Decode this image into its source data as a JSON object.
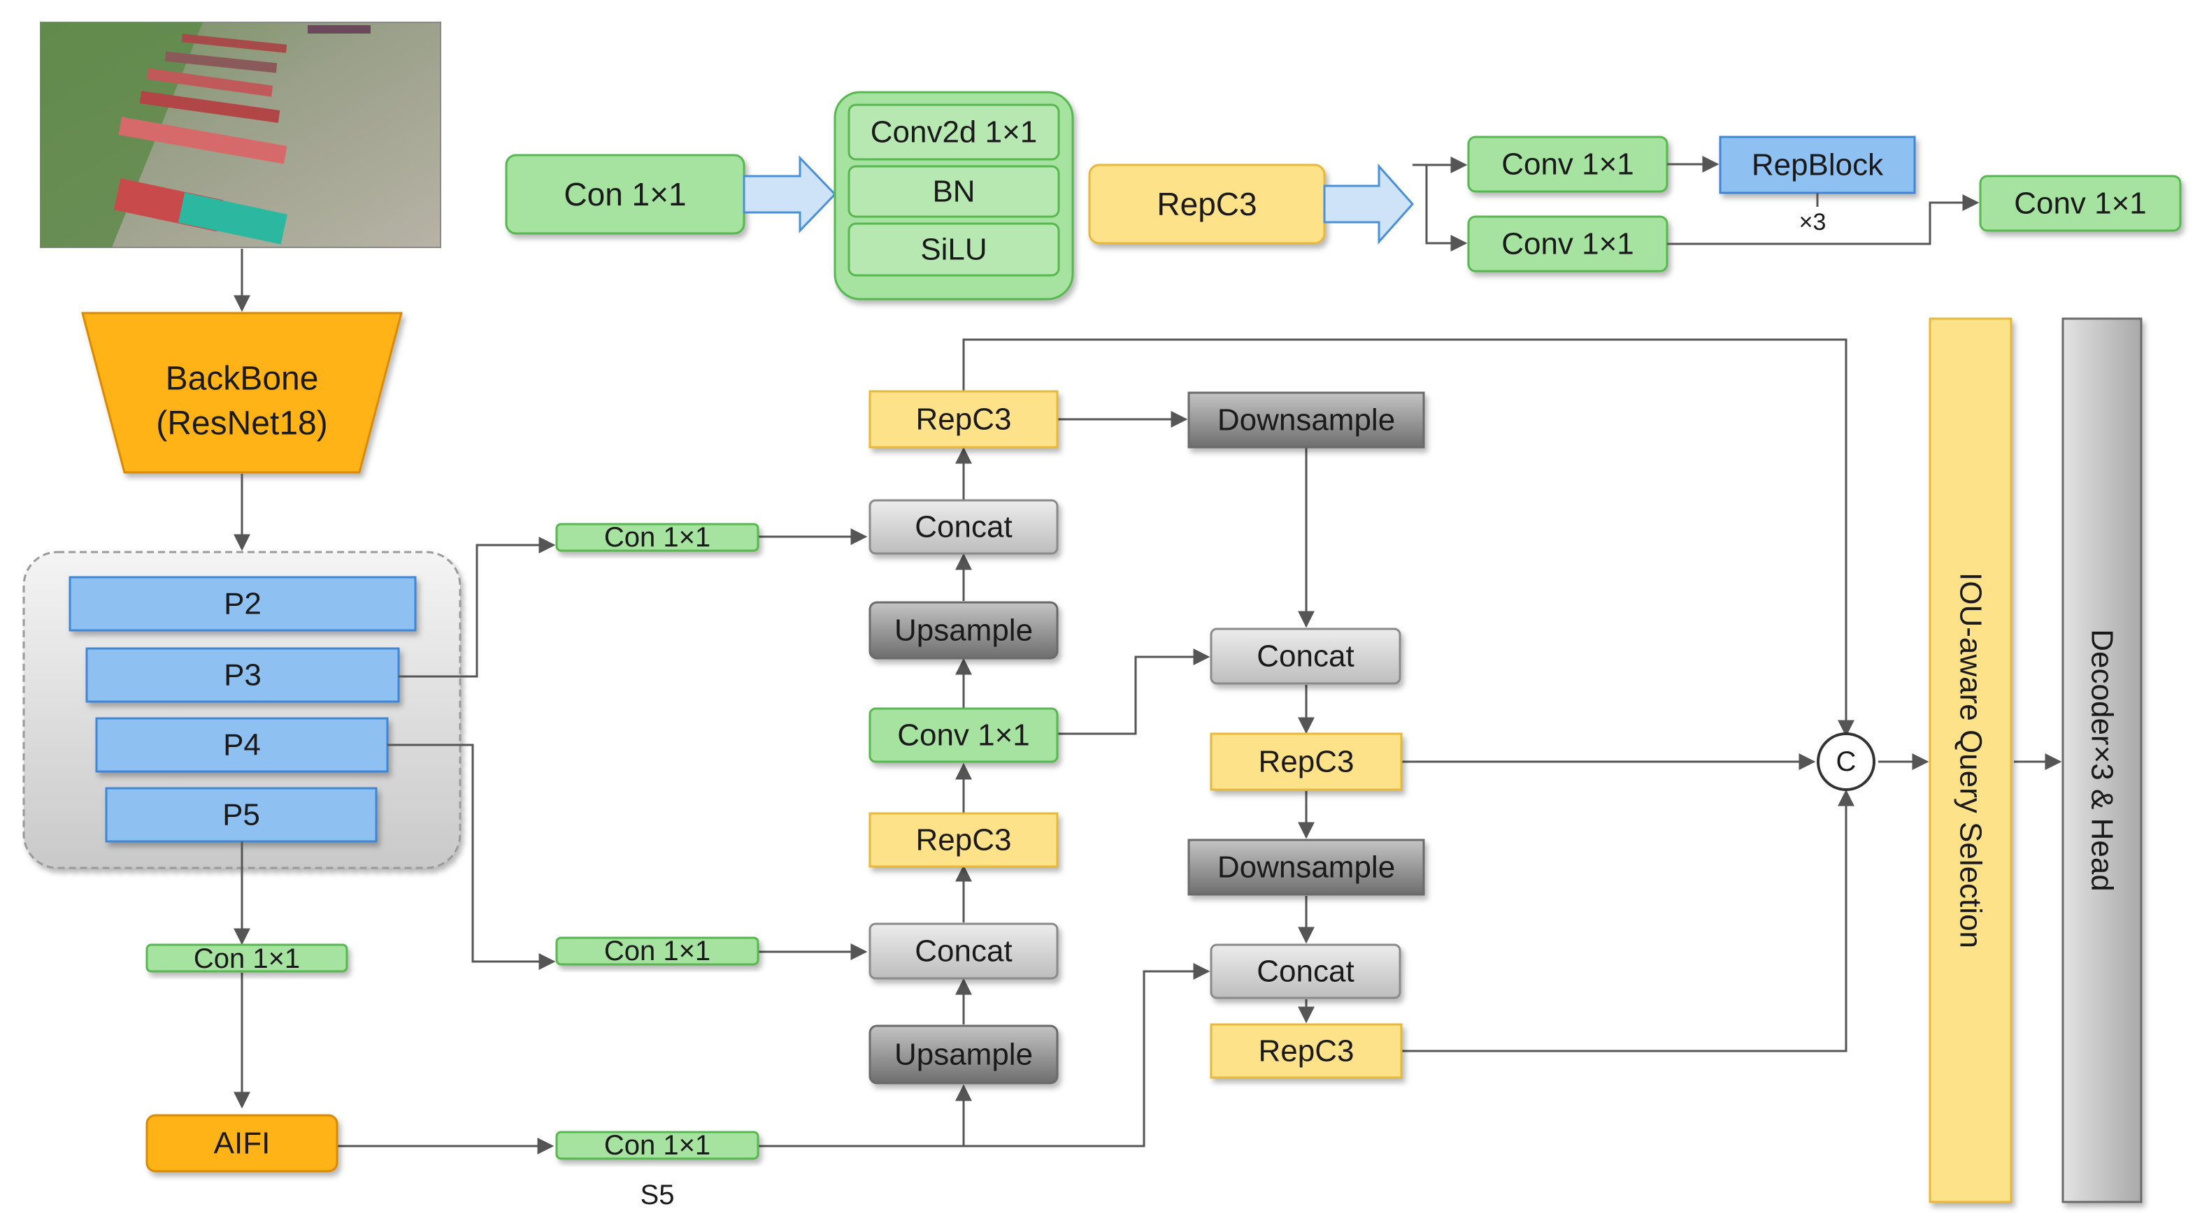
{
  "colors": {
    "green": "#a6e2a0",
    "green_edge": "#57b84f",
    "yellow": "#fde28a",
    "yellow_edge": "#e8b83a",
    "blue": "#8ec1f2",
    "blue_edge": "#3f86d6",
    "gray": "#d3d3d3",
    "gray_edge": "#8a8a8a",
    "dark": "#7c7c7c",
    "orange": "#ffb319",
    "orange_edge": "#d98a00",
    "wire": "#555555",
    "block_arrow": "#cfe3f8"
  },
  "legend": {
    "con": "Con 1×1",
    "conv2d": "Conv2d 1×1",
    "bn": "BN",
    "silu": "SiLU",
    "repc3": "RepC3",
    "conv_a": "Conv 1×1",
    "conv_b": "Conv 1×1",
    "repblock": "RepBlock",
    "times3": "×3",
    "conv_out": "Conv 1×1"
  },
  "backbone": {
    "title": "BackBone",
    "subtitle": "(ResNet18)",
    "levels": [
      "P2",
      "P3",
      "P4",
      "P5"
    ]
  },
  "photo": {
    "icon": "aerial-truck-photo"
  },
  "encoder": {
    "con_p3": "Con 1×1",
    "con_p4": "Con 1×1",
    "con_p5": "Con 1×1",
    "aifi": "AIFI",
    "con_s5": "Con 1×1",
    "s5": "S5",
    "upsample_low": "Upsample",
    "concat_low": "Concat",
    "repc3_mid": "RepC3",
    "conv_mid": "Conv 1×1",
    "upsample_high": "Upsample",
    "concat_high": "Concat",
    "repc3_top": "RepC3",
    "downsample_top": "Downsample",
    "concat_r1": "Concat",
    "repc3_r1": "RepC3",
    "downsample_r": "Downsample",
    "concat_r2": "Concat",
    "repc3_r2": "RepC3",
    "concat_symbol": "C"
  },
  "query_selection": "IOU-aware Query Selection",
  "decoder": "Decoder×3 & Head"
}
